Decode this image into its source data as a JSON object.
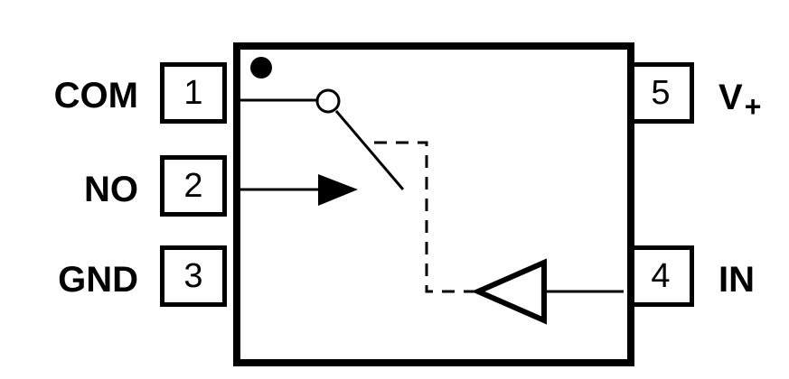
{
  "pins": {
    "p1": {
      "number": "1",
      "name": "COM"
    },
    "p2": {
      "number": "2",
      "name": "NO"
    },
    "p3": {
      "number": "3",
      "name": "GND"
    },
    "p4": {
      "number": "4",
      "name": "IN"
    },
    "p5": {
      "number": "5",
      "name": "V",
      "subscript": "+"
    }
  }
}
